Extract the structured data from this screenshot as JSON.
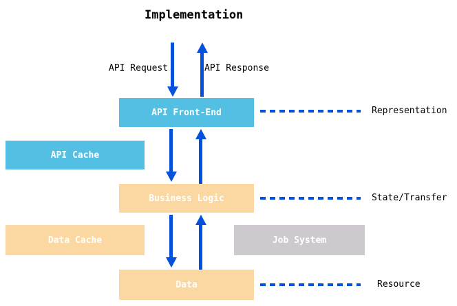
{
  "title": "Implementation",
  "flow": {
    "request": "API Request",
    "response": "API Response"
  },
  "boxes": {
    "api_front_end": "API Front-End",
    "api_cache": "API Cache",
    "business_logic": "Business Logic",
    "data_cache": "Data Cache",
    "job_system": "Job System",
    "data": "Data"
  },
  "layers": {
    "representation": "Representation",
    "state_transfer": "State/Transfer",
    "resource": "Resource"
  },
  "colors": {
    "cyan_box": "#53BFE3",
    "peach_box": "#FBD7A2",
    "gray_box": "#CDC9CE",
    "arrow_blue": "#0551DC",
    "box_text": "#FFFFFF",
    "label_text": "#000000"
  }
}
